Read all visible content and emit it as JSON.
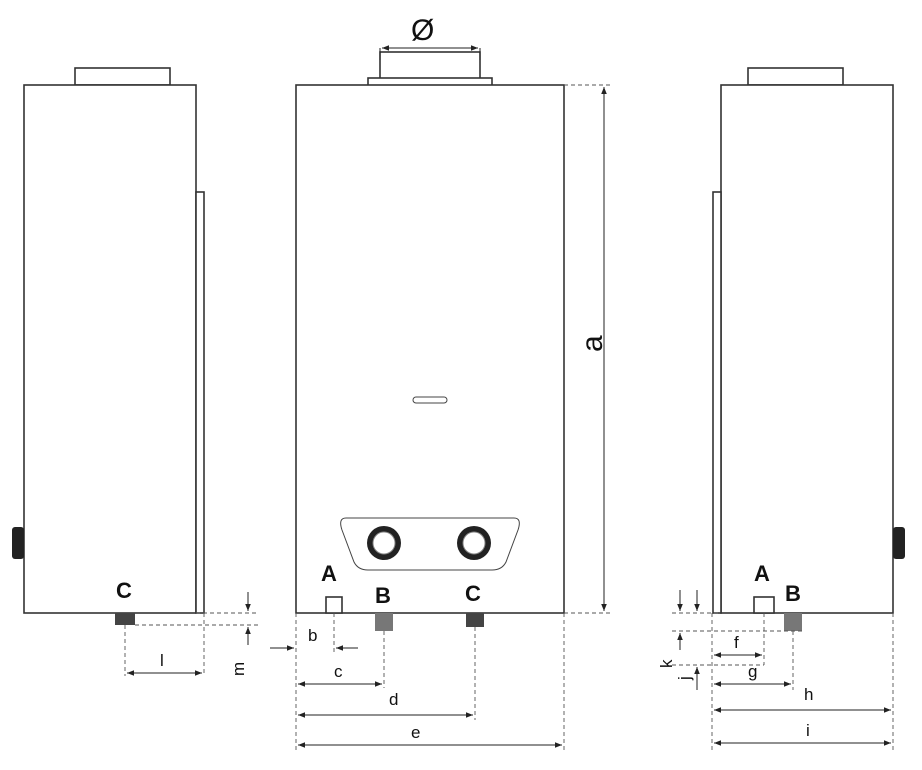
{
  "diagram": {
    "views": [
      "left-side-view",
      "front-view",
      "right-side-view"
    ],
    "connections": {
      "A": "A",
      "B": "B",
      "C": "C"
    },
    "dimensions": {
      "diameter": "Ø",
      "a": "a",
      "b": "b",
      "c": "c",
      "d": "d",
      "e": "e",
      "f": "f",
      "g": "g",
      "h": "h",
      "i": "i",
      "j": "j",
      "k": "k",
      "l": "l",
      "m": "m"
    },
    "colors": {
      "line": "#333333",
      "background": "#ffffff",
      "knob": "#222222"
    }
  }
}
